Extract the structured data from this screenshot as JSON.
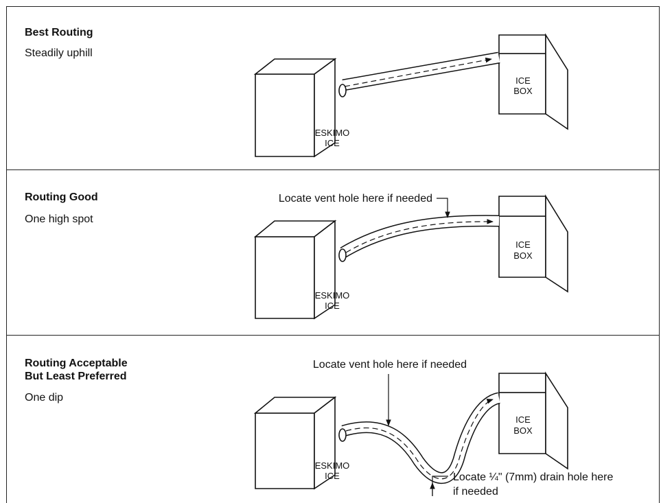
{
  "panels": [
    {
      "title": "Best Routing",
      "subtitle": "Steadily uphill",
      "machine_label": [
        "ESKIMO",
        "ICE"
      ],
      "bin_label": [
        "ICE",
        "BOX"
      ]
    },
    {
      "title": "Routing Good",
      "subtitle": "One high spot",
      "vent_note": "Locate vent hole here if needed",
      "machine_label": [
        "ESKIMO",
        "ICE"
      ],
      "bin_label": [
        "ICE",
        "BOX"
      ]
    },
    {
      "title_line1": "Routing Acceptable",
      "title_line2": "But Least Preferred",
      "subtitle": "One dip",
      "vent_note": "Locate vent hole here if needed",
      "drain_note_line1": "Locate ¼\" (7mm) drain hole here",
      "drain_note_line2": "if needed",
      "machine_label": [
        "ESKIMO",
        "ICE"
      ],
      "bin_label": [
        "ICE",
        "BOX"
      ]
    }
  ]
}
